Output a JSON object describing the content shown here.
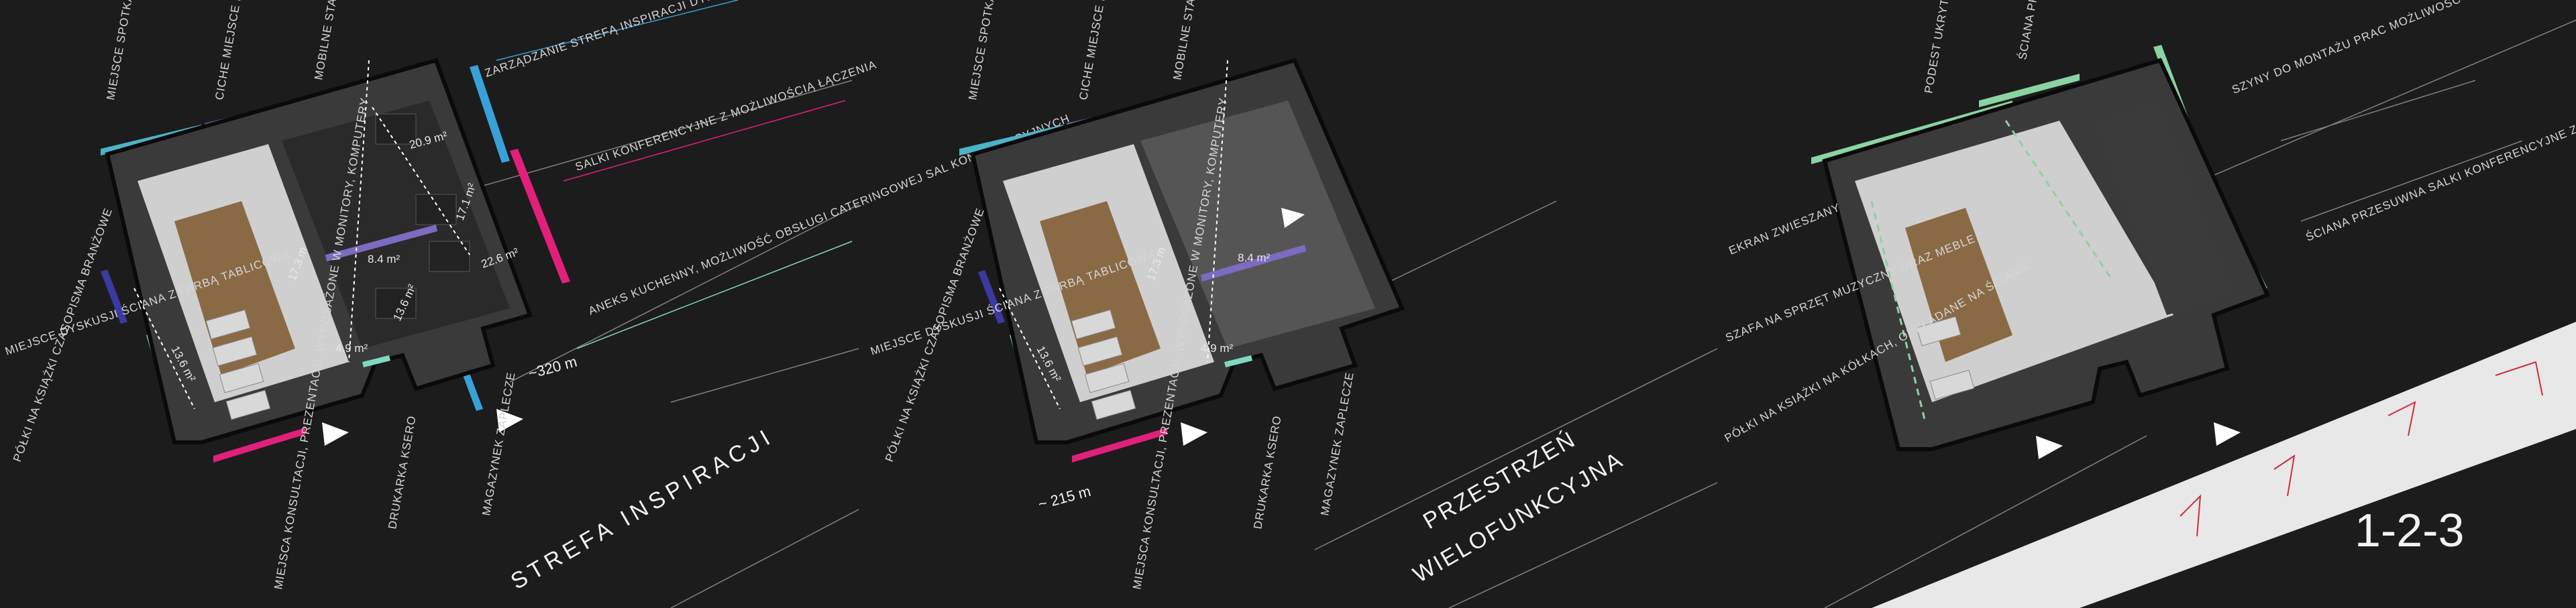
{
  "colors": {
    "background": "#1c1c1c",
    "cyan": "#4cb3c9",
    "purple": "#7c6bc0",
    "green": "#8ad3a2",
    "blue": "#3aa0d8",
    "magenta": "#e0207a",
    "teal": "#7fd9c0",
    "navy": "#3b3aa0"
  },
  "panel1": {
    "title": "STREFA INSPIRACJI",
    "area_total": "~320 m",
    "labels": {
      "meeting_presentation": "MIEJSCE SPOTKAŃ PREZENTACJI PRODUKTÓW",
      "quiet_work": "CICHE MIEJSCE PRACY",
      "mobile_workstations": "MOBILNE STANOWISKA PRAC",
      "management": "ZARZĄDZANIE STREFĄ INSPIRACJI DYREKTOR ZARZĄDZAJĄCY SEKRETARIAT",
      "conference": "SALKI KONFERENCYJNE Z MOŻLIWOŚCIĄ ŁĄCZENIA",
      "kitchen": "ANEKS KUCHENNY, MOŻLIWOŚĆ OBSŁUGI CATERINGOWEJ SAL KONFERENCYJNYCH",
      "discussion": "MIEJSCE DYSKUSJI ŚCIANA Z FARBĄ TABLICOWĄ",
      "shelves": "PÓŁKI NA KSIĄŻKI CZASOPISMA BRANŻOWE",
      "consult": "MIEJSCA KONSULTACJI, PREZENTACJI, WYPOSAŻONE W MONITORY, KOMPUTERY",
      "printer": "DRUKARKA KSERO",
      "storage": "MAGAZYNEK ZAPLECZE"
    },
    "dims": [
      "20.9 m²",
      "17.1 m²",
      "8.4 m²",
      "22.6 m²",
      "13.6 m²",
      "4.9 m²",
      "13.6 m²",
      "17.3 m"
    ]
  },
  "panel2": {
    "title_line1": "PRZESTRZEŃ",
    "title_line2": "WIELOFUNKCYJNA",
    "area_total": "~ 215 m",
    "labels": {
      "meeting_presentation": "MIEJSCE SPOTKAŃ PREZENTACJI PRODUKTÓW",
      "quiet_work": "CICHE MIEJSCE PRACY",
      "mobile_workstations": "MOBILNE STANOWISKA PRAC",
      "discussion": "MIEJSCE DYSKUSJI ŚCIANA Z FARBĄ TABLICOWĄ",
      "shelves": "PÓŁKI NA KSIĄŻKI CZASOPISMA BRANŻOWE",
      "consult": "MIEJSCA KONSULTACJI, PREZENTACJI, WYPOSAŻONE W MONITORY, KOMPUTERY",
      "printer": "DRUKARKA KSERO",
      "storage": "MAGAZYNEK ZAPLECZE"
    },
    "dims": [
      "8.4 m²",
      "4.9 m²",
      "13.6 m²",
      "17.3 m"
    ]
  },
  "panel3": {
    "title": "1-2-3",
    "labels": {
      "podium": "PODEST UKRYTY POD MEBLE NP. PUFY",
      "partition_wall": "ŚCIANA PRZESTAWNA",
      "rails": "SZYNY DO MONTAŻU PRAC MOŻLIWOŚĆ PRZESUWANIA I ŁATWEJ ZMIANY EKSPOZYCJI",
      "movable_wall": "ŚCIANA PRZESUWNA SALKI KONFERENCYJNE Z MOŻLIWOŚCIĄ ŁĄCZENIA",
      "screen": "EKRAN ZWIESZANY",
      "cabinet": "SZAFA NA SPRZĘT MUZYCZNY ORAZ MEBLE",
      "book_shelves": "PÓŁKI NA KSIĄŻKI NA KÓŁKACH, ODKŁADANE NA ŚCIANIE"
    }
  }
}
